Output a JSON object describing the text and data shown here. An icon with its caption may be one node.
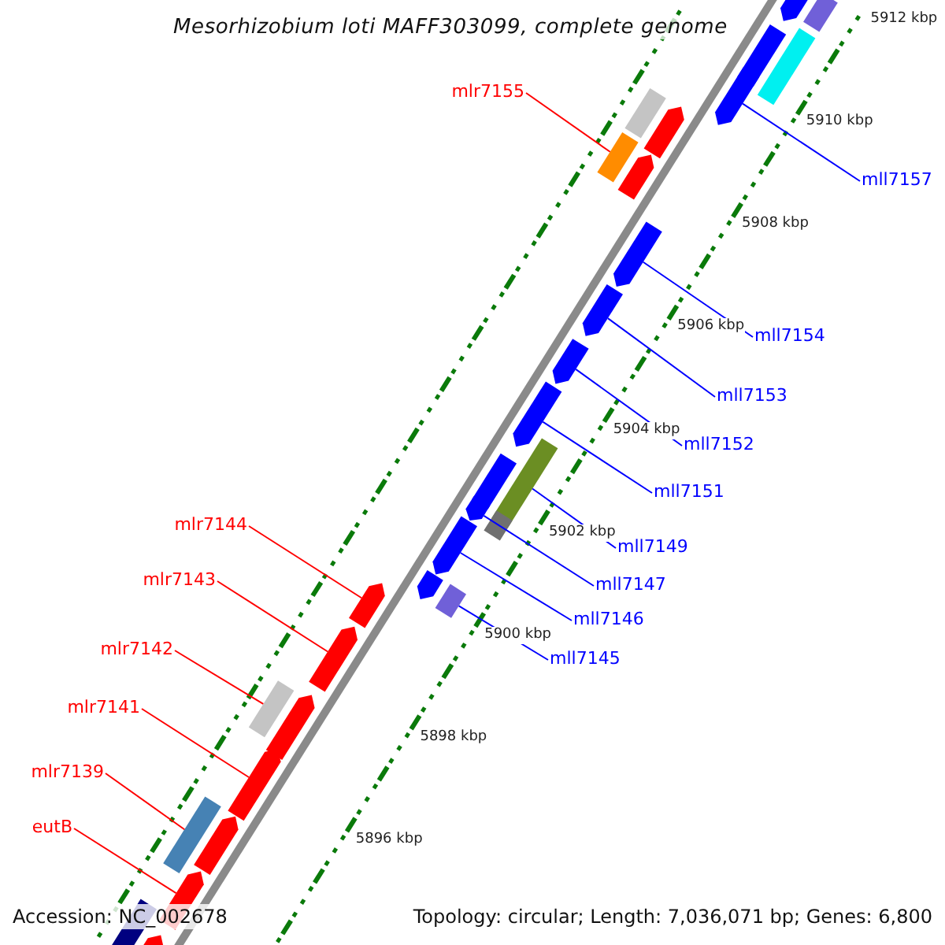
{
  "diagram": {
    "title": "Mesorhizobium loti MAFF303099, complete genome",
    "nodes": [
      {
        "text": [
          "mlr7155"
        ]
      },
      {
        "text": [
          "mll7157"
        ]
      },
      {
        "text": [
          "mll7154"
        ]
      },
      {
        "text": [
          "mll7153"
        ]
      },
      {
        "text": [
          "mll7152"
        ]
      },
      {
        "text": [
          "mll7151"
        ]
      },
      {
        "text": [
          "mlr7144"
        ]
      },
      {
        "text": [
          "mll7149"
        ]
      },
      {
        "text": [
          "mlr7143"
        ]
      },
      {
        "text": [
          "mll7147"
        ]
      },
      {
        "text": [
          "mll7146"
        ]
      },
      {
        "text": [
          "mlr7142"
        ]
      },
      {
        "text": [
          "mll7145"
        ]
      },
      {
        "text": [
          "mlr7141"
        ]
      },
      {
        "text": [
          "mlr7139"
        ]
      },
      {
        "text": [
          "eutB"
        ]
      },
      {
        "text": [],
        "shape": "bar"
      },
      {
        "text": [],
        "shape": "bar"
      },
      {
        "text": [],
        "shape": "bar"
      },
      {
        "text": [],
        "shape": "bar"
      },
      {
        "text": [],
        "shape": "bar"
      },
      {
        "text": [],
        "shape": "bar"
      },
      {
        "text": [],
        "shape": "bar"
      },
      {
        "text": [],
        "shape": "bar"
      },
      {
        "text": [],
        "shape": "bar"
      },
      {
        "text": [],
        "shape": "bar"
      },
      {
        "text": [],
        "shape": "bar"
      },
      {
        "text": [],
        "shape": "bar"
      },
      {
        "text": [],
        "shape": "bar"
      },
      {
        "text": [],
        "shape": "bar"
      },
      {
        "text": [],
        "shape": "bar"
      },
      {
        "text": [],
        "shape": "bar"
      },
      {
        "text": [],
        "shape": "bar"
      },
      {
        "text": [],
        "shape": "bar"
      },
      {
        "text": [],
        "shape": "bar"
      },
      {
        "text": [],
        "shape": "bar"
      },
      {
        "text": [],
        "shape": "bar"
      },
      {
        "text": [],
        "shape": "bar"
      },
      {
        "text": [],
        "shape": "bar"
      },
      {
        "text": [],
        "shape": "bar"
      },
      {
        "text": [],
        "shape": "bar"
      },
      {
        "text": [],
        "shape": "bar"
      },
      {
        "text": [],
        "shape": "bar"
      },
      {
        "text": [],
        "shape": "bar"
      },
      {
        "text": [],
        "shape": "bar"
      },
      {
        "text": [],
        "shape": "bar"
      }
    ],
    "edges": [
      {
        "from": 0,
        "to": 36,
        "arrow": "none",
        "color": "#ff0000"
      },
      {
        "from": 1,
        "to": 17,
        "arrow": "none"
      },
      {
        "from": 2,
        "to": 18,
        "arrow": "none"
      },
      {
        "from": 3,
        "to": 19,
        "arrow": "none"
      },
      {
        "from": 4,
        "to": 20,
        "arrow": "none"
      },
      {
        "from": 5,
        "to": 21,
        "arrow": "none"
      },
      {
        "from": 6,
        "to": 22,
        "arrow": "none",
        "color": "#ff0000"
      },
      {
        "from": 7,
        "to": 39,
        "arrow": "none"
      },
      {
        "from": 8,
        "to": 24,
        "arrow": "none",
        "color": "#ff0000"
      },
      {
        "from": 9,
        "to": 25,
        "arrow": "none"
      },
      {
        "from": 10,
        "to": 26,
        "arrow": "none"
      },
      {
        "from": 11,
        "to": 42,
        "arrow": "none",
        "color": "#ff0000"
      },
      {
        "from": 12,
        "to": 41,
        "arrow": "none"
      },
      {
        "from": 13,
        "to": 29,
        "arrow": "none",
        "color": "#ff0000"
      },
      {
        "from": 14,
        "to": 43,
        "arrow": "none",
        "color": "#ff0000"
      },
      {
        "from": 15,
        "to": 31,
        "arrow": "none",
        "color": "#ff0000"
      }
    ],
    "labels": [
      "5912 kbp",
      "5910 kbp",
      "5908 kbp",
      "5906 kbp",
      "5904 kbp",
      "5902 kbp",
      "5900 kbp",
      "5898 kbp",
      "5896 kbp",
      "Accession: NC_002678",
      "Topology: circular; Length: 7,036,071 bp; Genes: 6,800"
    ]
  }
}
